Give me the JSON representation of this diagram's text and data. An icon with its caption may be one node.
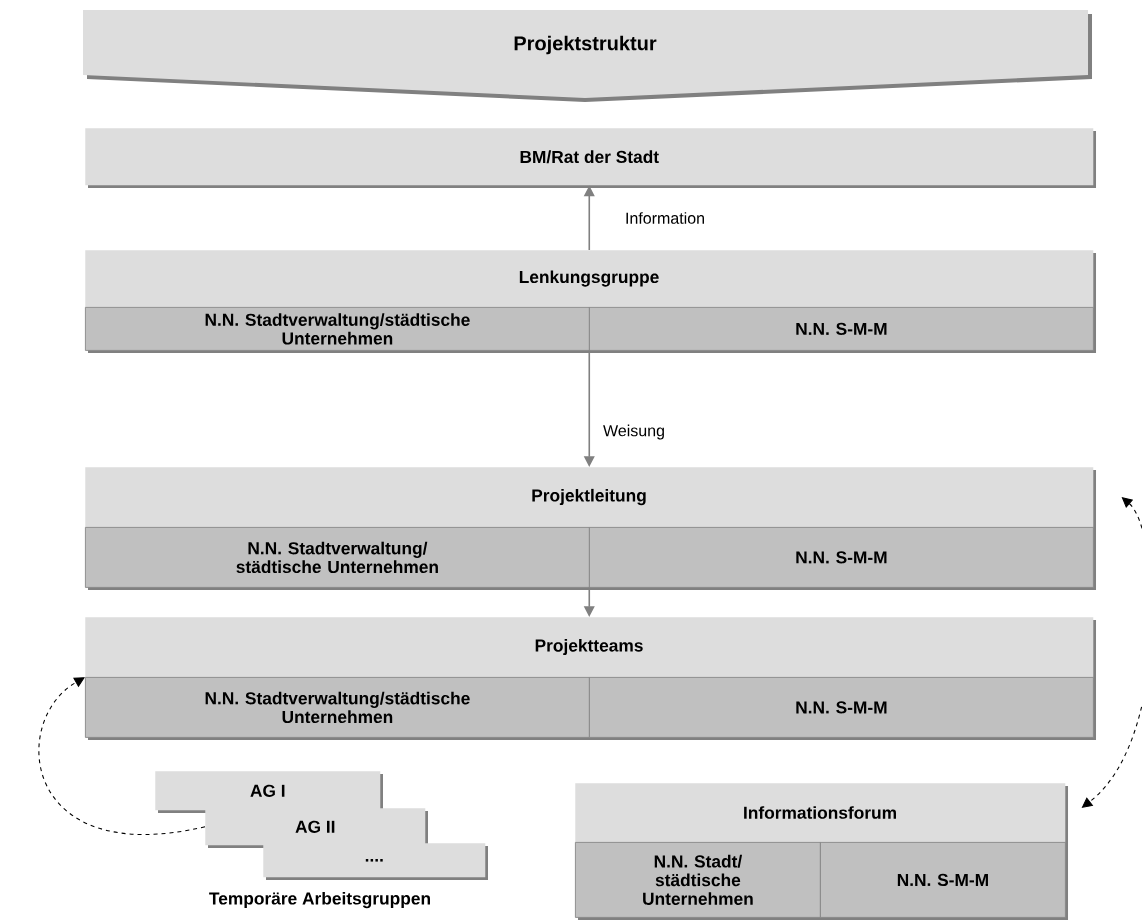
{
  "diagram": {
    "nodes": [
      {
        "text": [
          "Projektstruktur"
        ]
      },
      {
        "text": [
          "BM/Rat der Stadt"
        ]
      },
      {
        "text": [
          "Lenkungsgruppe"
        ]
      },
      {
        "text": [
          "N.N. Stadtverwaltung/städtische Unternehmen"
        ],
        "in": 2
      },
      {
        "text": [
          "N.N. S-M-M"
        ],
        "in": 2
      },
      {
        "text": [
          "Projektleitung"
        ]
      },
      {
        "text": [
          "N.N. Stadtverwaltung/ städtische Unternehmen"
        ],
        "in": 5
      },
      {
        "text": [
          "N.N. S-M-M"
        ],
        "in": 5
      },
      {
        "text": [
          "Projektteams"
        ]
      },
      {
        "text": [
          "N.N. Stadtverwaltung/städtische Unternehmen"
        ],
        "in": 8
      },
      {
        "text": [
          "N.N. S-M-M"
        ],
        "in": 8
      },
      {
        "text": [
          "AG I"
        ]
      },
      {
        "text": [
          "AG II"
        ]
      },
      {
        "text": [
          "...."
        ]
      },
      {
        "text": [
          "Informationsforum"
        ]
      },
      {
        "text": [
          "N.N. Stadt/ städtische Unternehmen"
        ],
        "in": 14
      },
      {
        "text": [
          "N.N. S-M-M"
        ],
        "in": 14
      }
    ],
    "edges": [
      {
        "from": 2,
        "to": 1,
        "arrow": "to",
        "label": "Information"
      },
      {
        "from": 2,
        "to": 5,
        "arrow": "to",
        "label": "Weisung"
      },
      {
        "from": 5,
        "to": 8,
        "arrow": "to"
      },
      {
        "from": 12,
        "to": 8,
        "arrow": "to",
        "style": "dashed",
        "color": "#000000"
      },
      {
        "from": 5,
        "to": 14,
        "arrow": "both",
        "style": "dashed",
        "color": "#000000"
      }
    ],
    "labels": [
      "Temporäre Arbeitsgruppen"
    ]
  }
}
